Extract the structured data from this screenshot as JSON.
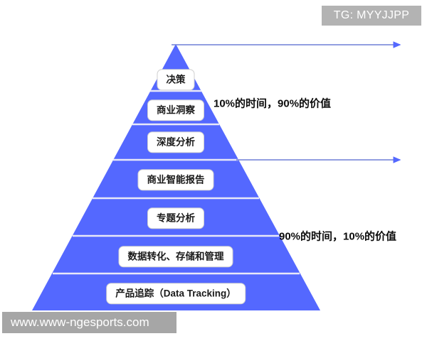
{
  "watermarks": {
    "tg_badge": "TG: MYYJJPP",
    "site": "www.www-ngesports.com"
  },
  "pyramid": {
    "fill_color": "#5468FF",
    "divider_color": "#e8e8f8",
    "tiers": [
      {
        "label": "决策"
      },
      {
        "label": "商业洞察"
      },
      {
        "label": "深度分析"
      },
      {
        "label": "商业智能报告"
      },
      {
        "label": "专题分析"
      },
      {
        "label": "数据转化、存储和管理"
      },
      {
        "label": "产品追踪（Data Tracking）"
      }
    ]
  },
  "annotations": [
    {
      "text": "10%的时间，90%的价值"
    },
    {
      "text": "90%的时间，10%的价值"
    }
  ],
  "arrows": {
    "color": "#5468FF",
    "top_label": "",
    "bottom_label": ""
  }
}
